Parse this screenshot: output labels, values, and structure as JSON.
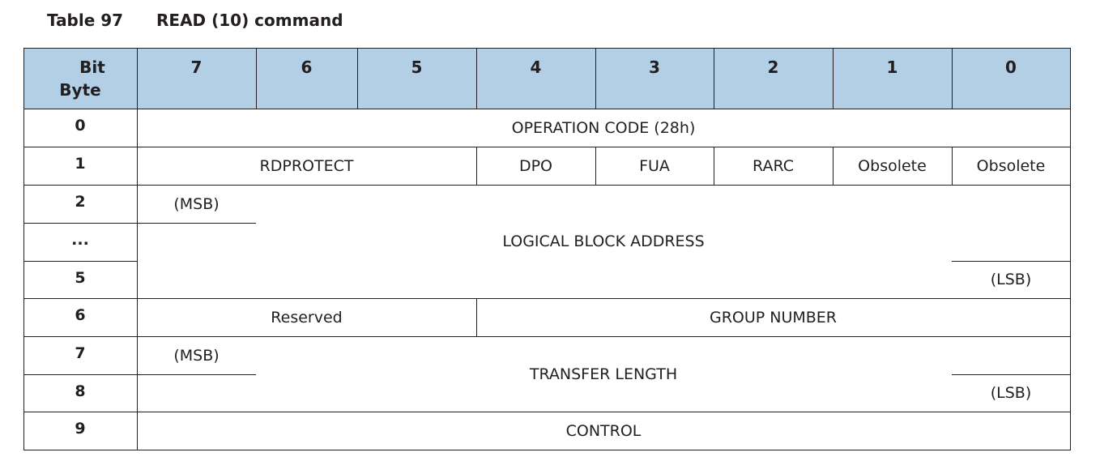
{
  "caption": {
    "number": "Table 97",
    "title": "READ (10) command"
  },
  "header": {
    "bit_label": "Bit",
    "byte_label": "Byte",
    "bits": [
      "7",
      "6",
      "5",
      "4",
      "3",
      "2",
      "1",
      "0"
    ]
  },
  "rows": [
    "0",
    "1",
    "2",
    "...",
    "5",
    "6",
    "7",
    "8",
    "9"
  ],
  "fields": {
    "operation_code": "OPERATION CODE (28h)",
    "rdprotect": "RDPROTECT",
    "dpo": "DPO",
    "fua": "FUA",
    "rarc": "RARC",
    "obsolete_1": "Obsolete",
    "obsolete_0": "Obsolete",
    "lba_msb": "(MSB)",
    "lba": "LOGICAL BLOCK ADDRESS",
    "lba_lsb": "(LSB)",
    "reserved": "Reserved",
    "group_number": "GROUP NUMBER",
    "tl_msb": "(MSB)",
    "transfer_length": "TRANSFER LENGTH",
    "tl_lsb": "(LSB)",
    "control": "CONTROL"
  }
}
